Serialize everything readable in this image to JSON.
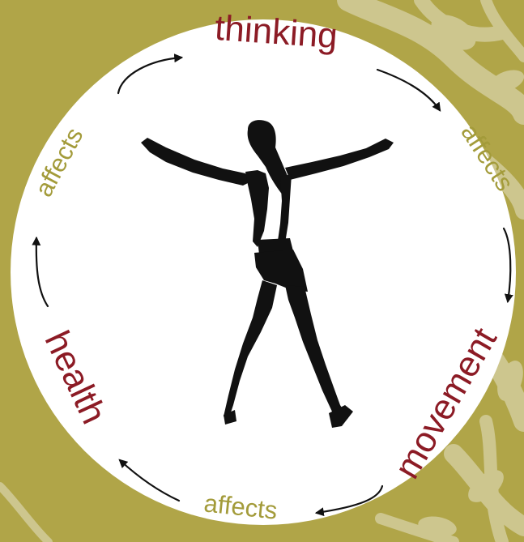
{
  "diagram": {
    "nodes": [
      {
        "id": "thinking",
        "label": "thinking"
      },
      {
        "id": "movement",
        "label": "movement"
      },
      {
        "id": "health",
        "label": "health"
      }
    ],
    "edges": [
      {
        "from": "thinking",
        "to": "movement",
        "label": "affects"
      },
      {
        "from": "movement",
        "to": "health",
        "label": "affects"
      },
      {
        "from": "health",
        "to": "thinking",
        "label": "affects"
      }
    ]
  },
  "colors": {
    "background": "#b0a548",
    "background_pattern": "#cdc68e",
    "circle": "#ffffff",
    "node_text": "#8c1b25",
    "edge_label_text": "#a39b3a",
    "arrow": "#111111",
    "figure": "#111111"
  },
  "illustration": "dancer-with-outstretched-arms"
}
